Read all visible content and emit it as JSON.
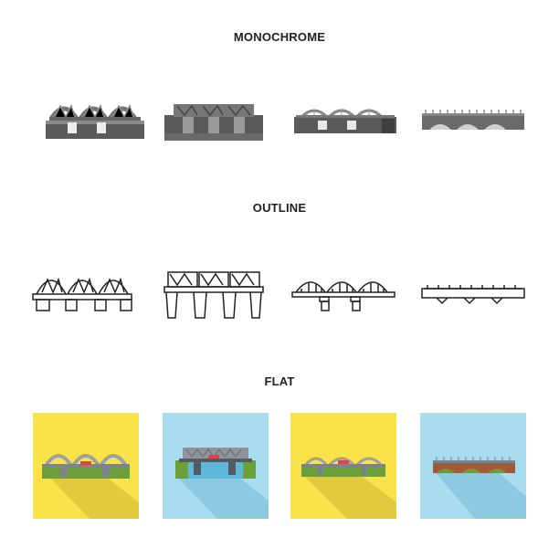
{
  "sections": {
    "monochrome": "MONOCHROME",
    "outline": "OUTLINE",
    "flat": "FLAT"
  },
  "icons": [
    "arch-truss-bridge-icon",
    "truss-bridge-on-pillars-icon",
    "bowstring-bridge-icon",
    "arch-viaduct-bridge-icon"
  ],
  "colors": {
    "mono_dark": "#4a4a4a",
    "mono_mid": "#7a7a7a",
    "mono_light": "#b5b5b5",
    "yellow_bg": "#f9e24a",
    "blue_bg": "#a8dcef",
    "grass": "#6a9f3a",
    "grass_light": "#8dc04d",
    "water": "#5fb8d9",
    "steel": "#8e949a",
    "accent_red": "#d9464e",
    "shadow": "#00000022"
  }
}
